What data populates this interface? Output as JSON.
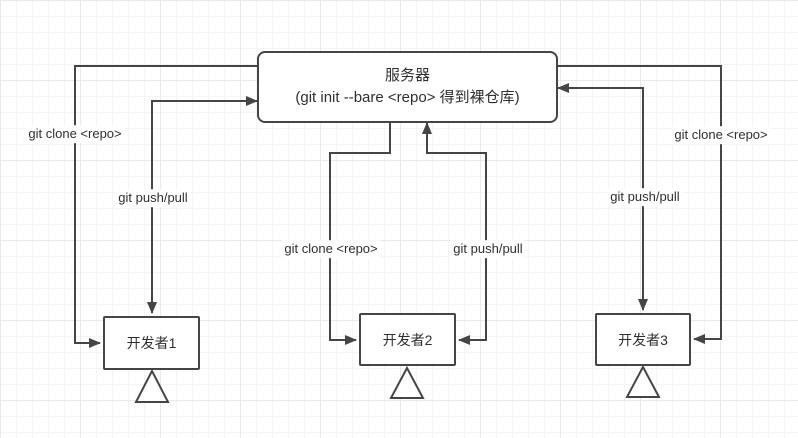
{
  "diagram": {
    "title_hint": "git bare repository workflow diagram",
    "server": {
      "title": "服务器",
      "subtitle": "(git init --bare <repo> 得到裸仓库)"
    },
    "developers": [
      {
        "label": "开发者1"
      },
      {
        "label": "开发者2"
      },
      {
        "label": "开发者3"
      }
    ],
    "edge_labels": {
      "clone_left": "git clone <repo>",
      "push_pull_left": "git push/pull",
      "clone_mid": "git clone <repo>",
      "push_pull_mid": "git push/pull",
      "clone_right": "git clone <repo>",
      "push_pull_right": "git push/pull"
    },
    "colors": {
      "line": "#454545",
      "node_border": "#454545",
      "node_fill": "#ffffff",
      "text": "#2f2f2f",
      "grid_minor": "#f4f4f4",
      "grid_major": "#e9e9e9",
      "background": "#ffffff"
    }
  }
}
